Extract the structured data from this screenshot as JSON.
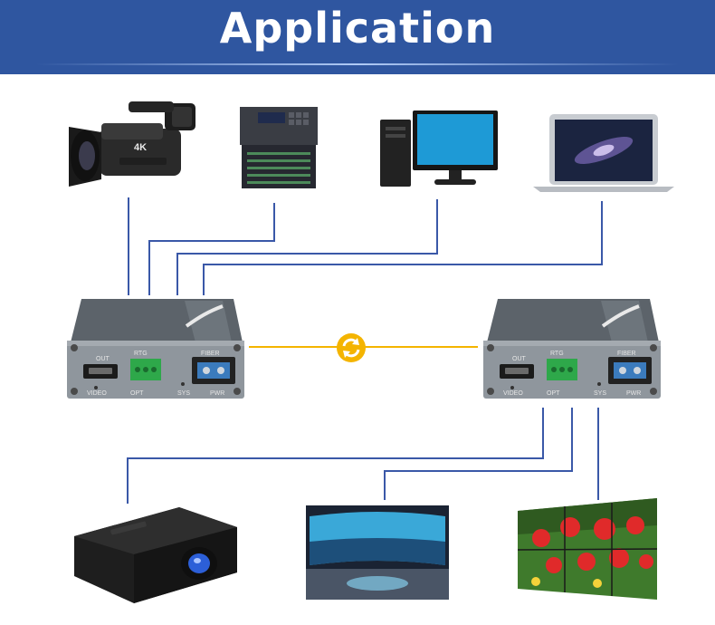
{
  "header": {
    "title": "Application",
    "background": "#2f56a0"
  },
  "colors": {
    "wire": "#3a58a8",
    "fiber": "#f4b400",
    "device_body": "#8f969d",
    "terminal": "#2ea84a"
  },
  "sources": [
    {
      "name": "4K camcorder",
      "icon": "camcorder-icon",
      "badge": "4K"
    },
    {
      "name": "matrix switcher",
      "icon": "matrix-switcher-icon"
    },
    {
      "name": "desktop computer",
      "icon": "desktop-pc-icon"
    },
    {
      "name": "laptop",
      "icon": "laptop-icon"
    }
  ],
  "transmitter": {
    "port_labels": {
      "hdmi": "OUT",
      "video": "VIDEO",
      "opt": "OPT",
      "rs232": "RTG",
      "fiber": "FIBER",
      "sys": "SYS",
      "pwr": "PWR"
    }
  },
  "receiver": {
    "port_labels": {
      "hdmi": "OUT",
      "video": "VIDEO",
      "opt": "OPT",
      "rs232": "RTG",
      "fiber": "FIBER",
      "sys": "SYS",
      "pwr": "PWR"
    }
  },
  "link": {
    "icon": "bidirectional-sync-icon"
  },
  "outputs": [
    {
      "name": "projector",
      "icon": "projector-icon"
    },
    {
      "name": "curved display",
      "icon": "curved-display-icon"
    },
    {
      "name": "video wall",
      "icon": "video-wall-icon"
    }
  ]
}
